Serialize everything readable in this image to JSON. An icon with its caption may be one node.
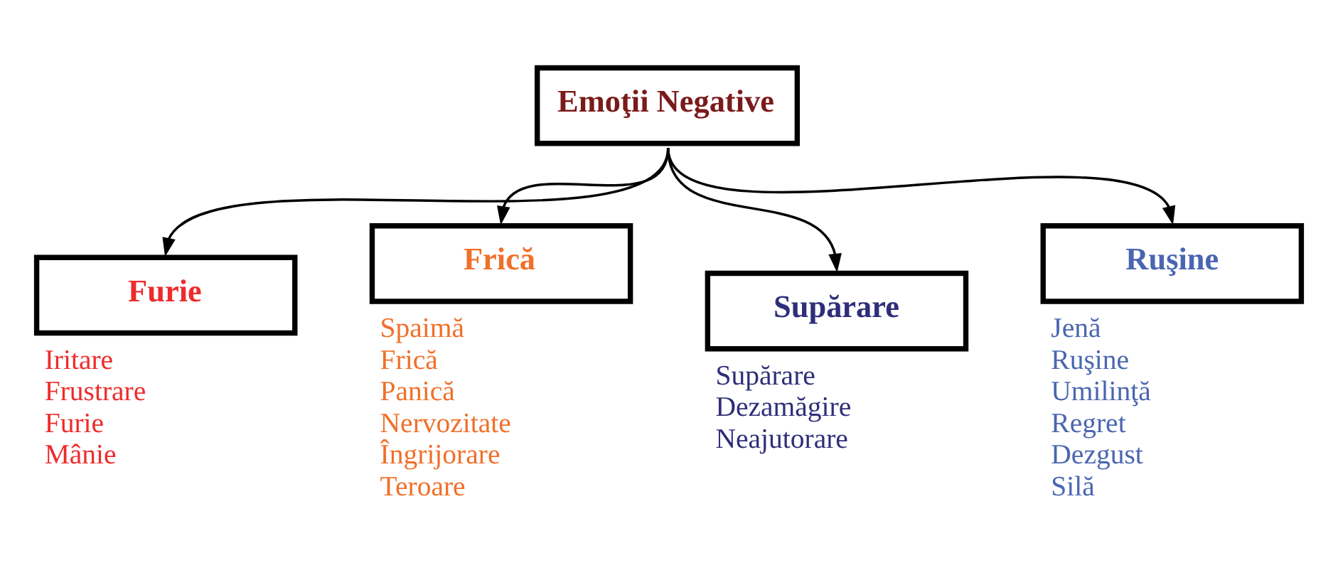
{
  "diagram": {
    "nodes": [
      {
        "text": [
          "Emoţii Negative"
        ]
      },
      {
        "text": [
          "Furie"
        ],
        "beside": [
          "Iritare",
          "Frustrare",
          "Furie",
          "Mânie"
        ]
      },
      {
        "text": [
          "Frică"
        ],
        "beside": [
          "Spaimă",
          "Frică",
          "Panică",
          "Nervozitate",
          "Îngrijorare",
          "Teroare"
        ]
      },
      {
        "text": [
          "Supărare"
        ],
        "beside": [
          "Supărare",
          "Dezamăgire",
          "Neajutorare"
        ]
      },
      {
        "text": [
          "Ruşine"
        ],
        "beside": [
          "Jenă",
          "Ruşine",
          "Umilinţă",
          "Regret",
          "Dezgust",
          "Silă"
        ]
      }
    ],
    "edges": [
      {
        "from": 0,
        "to": 1,
        "arrow": "to"
      },
      {
        "from": 0,
        "to": 2,
        "arrow": "to"
      },
      {
        "from": 0,
        "to": 3,
        "arrow": "to"
      },
      {
        "from": 0,
        "to": 4,
        "arrow": "to"
      }
    ]
  }
}
